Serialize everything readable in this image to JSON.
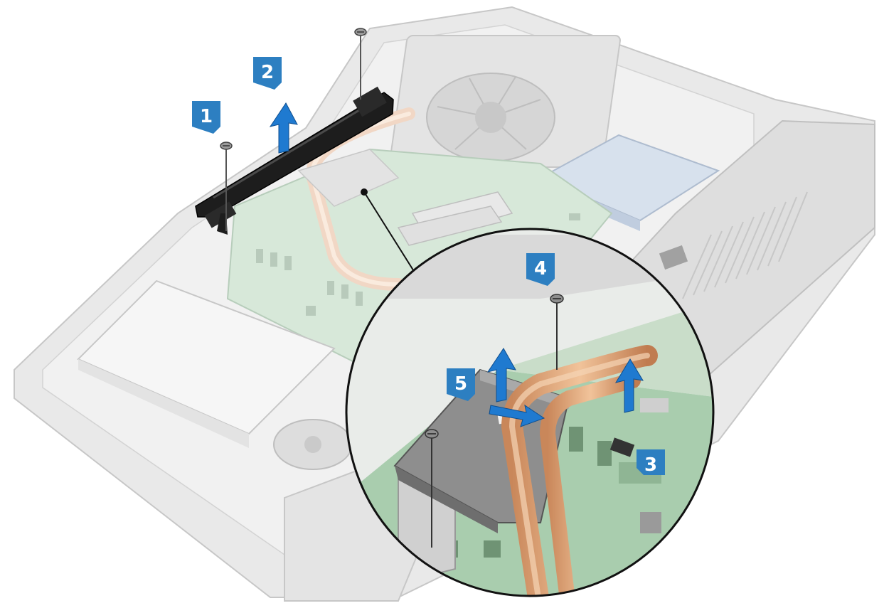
{
  "colors": {
    "callout_blue": "#2d7fc1",
    "arrow_blue": "#1f7ad0",
    "copper": "#d9a173",
    "chassis_gray": "#bdbdbd",
    "board_green": "#9cc7a4",
    "bracket_black": "#1d1d1d",
    "cover_gray": "#8e8e8e"
  },
  "steps": [
    {
      "id": 1,
      "label": "1",
      "action": "screw"
    },
    {
      "id": 2,
      "label": "2",
      "action": "lift-bracket"
    },
    {
      "id": 3,
      "label": "3",
      "action": "lift-heat-pipe"
    },
    {
      "id": 4,
      "label": "4",
      "action": "screw"
    },
    {
      "id": 5,
      "label": "5",
      "action": "slide-lift-cover"
    }
  ],
  "icons": [
    "screw-icon",
    "lift-arrow-icon",
    "slide-arrow-icon",
    "callout-badge-icon"
  ]
}
